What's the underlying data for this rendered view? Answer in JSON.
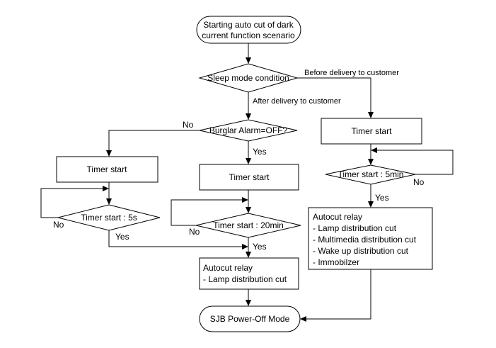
{
  "flowchart": {
    "start": {
      "lines": [
        "Starting auto cut of dark",
        "current function scenario"
      ]
    },
    "sleep_decision": {
      "label": "Sleep mode condition"
    },
    "branch_before_delivery": "Before delivery to customer",
    "branch_after_delivery": "After delivery to customer",
    "burglar_decision": {
      "label": "Burglar Alarm=OFF?",
      "no_label": "No",
      "yes_label": "Yes"
    },
    "left_branch": {
      "timer_box": "Timer start",
      "timer_decision": "Timer start : 5s",
      "no_label": "No",
      "yes_label": "Yes"
    },
    "middle_branch": {
      "timer_box": "Timer start",
      "timer_decision": "Timer start : 20min",
      "no_label": "No",
      "yes_label": "Yes",
      "autocut": {
        "lines": [
          "Autocut relay",
          "- Lamp distribution cut"
        ]
      }
    },
    "right_branch": {
      "timer_box": "Timer start",
      "timer_decision": "Timer start : 5min",
      "no_label": "No",
      "yes_label": "Yes",
      "autocut": {
        "lines": [
          "Autocut relay",
          "- Lamp distribution cut",
          "- Multimedia distribution cut",
          "- Wake up distribution cut",
          "- Immobilzer"
        ]
      }
    },
    "end": {
      "label": "SJB Power-Off Mode"
    }
  }
}
